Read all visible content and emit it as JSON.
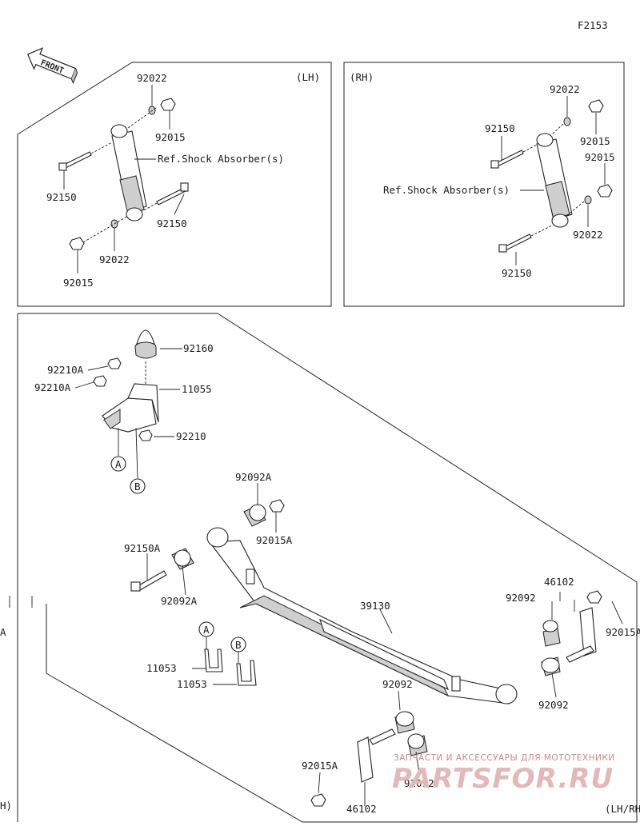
{
  "figure_code": "F2153",
  "front_label": "FRONT",
  "panels": {
    "lh_title": "(LH)",
    "rh_title": "(RH)",
    "bottom_right": "(LH/RH)",
    "left_edge_h": "H)",
    "left_edge_a": "A"
  },
  "labels": {
    "lh_92022_top": "92022",
    "lh_92015_top": "92015",
    "lh_ref": "Ref.Shock Absorber(s)",
    "lh_92150_left": "92150",
    "lh_92150_right": "92150",
    "lh_92022_bottom": "92022",
    "lh_92015_bottom": "92015",
    "rh_92022_top": "92022",
    "rh_92150_top": "92150",
    "rh_92015_a": "92015",
    "rh_92015_b": "92015",
    "rh_ref": "Ref.Shock Absorber(s)",
    "rh_92022_bottom": "92022",
    "rh_92150_bottom": "92150",
    "p92160": "92160",
    "p92210A_1": "92210A",
    "p92210A_2": "92210A",
    "p11055": "11055",
    "p92210": "92210",
    "callout_a": "A",
    "callout_b": "B",
    "p92092A_top": "92092A",
    "p92015A_top": "92015A",
    "p92150A": "92150A",
    "p92092A_bottom": "92092A",
    "p39130": "39130",
    "p46102_top": "46102",
    "p92092_right_top": "92092",
    "p92015A_right": "92015A",
    "u11053_a": "11053",
    "u11053_b": "11053",
    "ubolt_a": "A",
    "ubolt_b": "B",
    "p92092_mid": "92092",
    "p92092_right_bottom": "92092",
    "p92015A_bottom": "92015A",
    "p92092_bottom": "92092",
    "p46102_bottom": "46102"
  },
  "watermark": {
    "line1": "ЗАПЧАСТИ И АКСЕССУАРЫ ДЛЯ МОТОТЕХНИКИ",
    "line2": "PARTSFOR.RU"
  }
}
